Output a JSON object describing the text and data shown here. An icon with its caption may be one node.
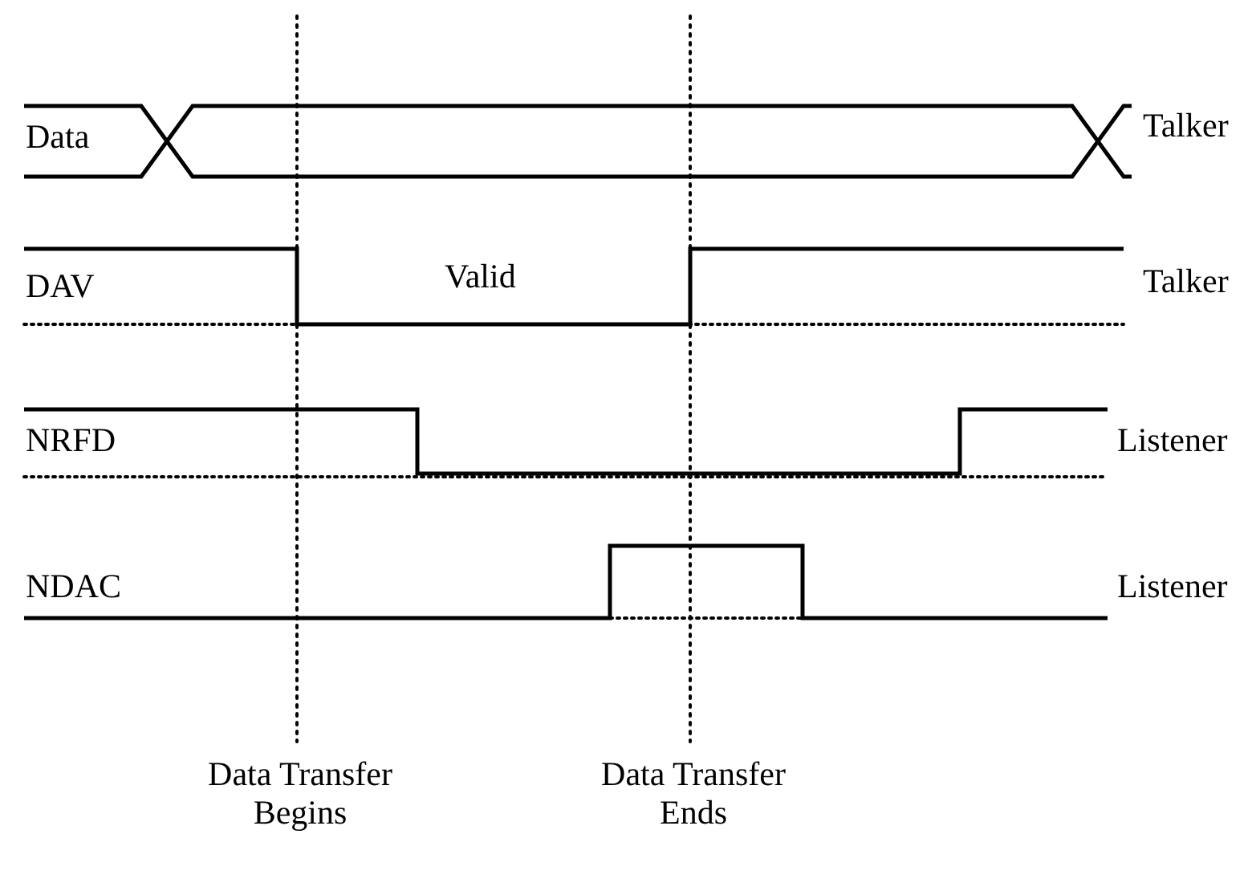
{
  "diagram": {
    "labels": [
      "Data",
      "Talker",
      "DAV",
      "Valid",
      "Talker",
      "NRFD",
      "Listener",
      "NDAC",
      "Listener",
      "Data Transfer Begins",
      "Data Transfer Ends"
    ]
  }
}
